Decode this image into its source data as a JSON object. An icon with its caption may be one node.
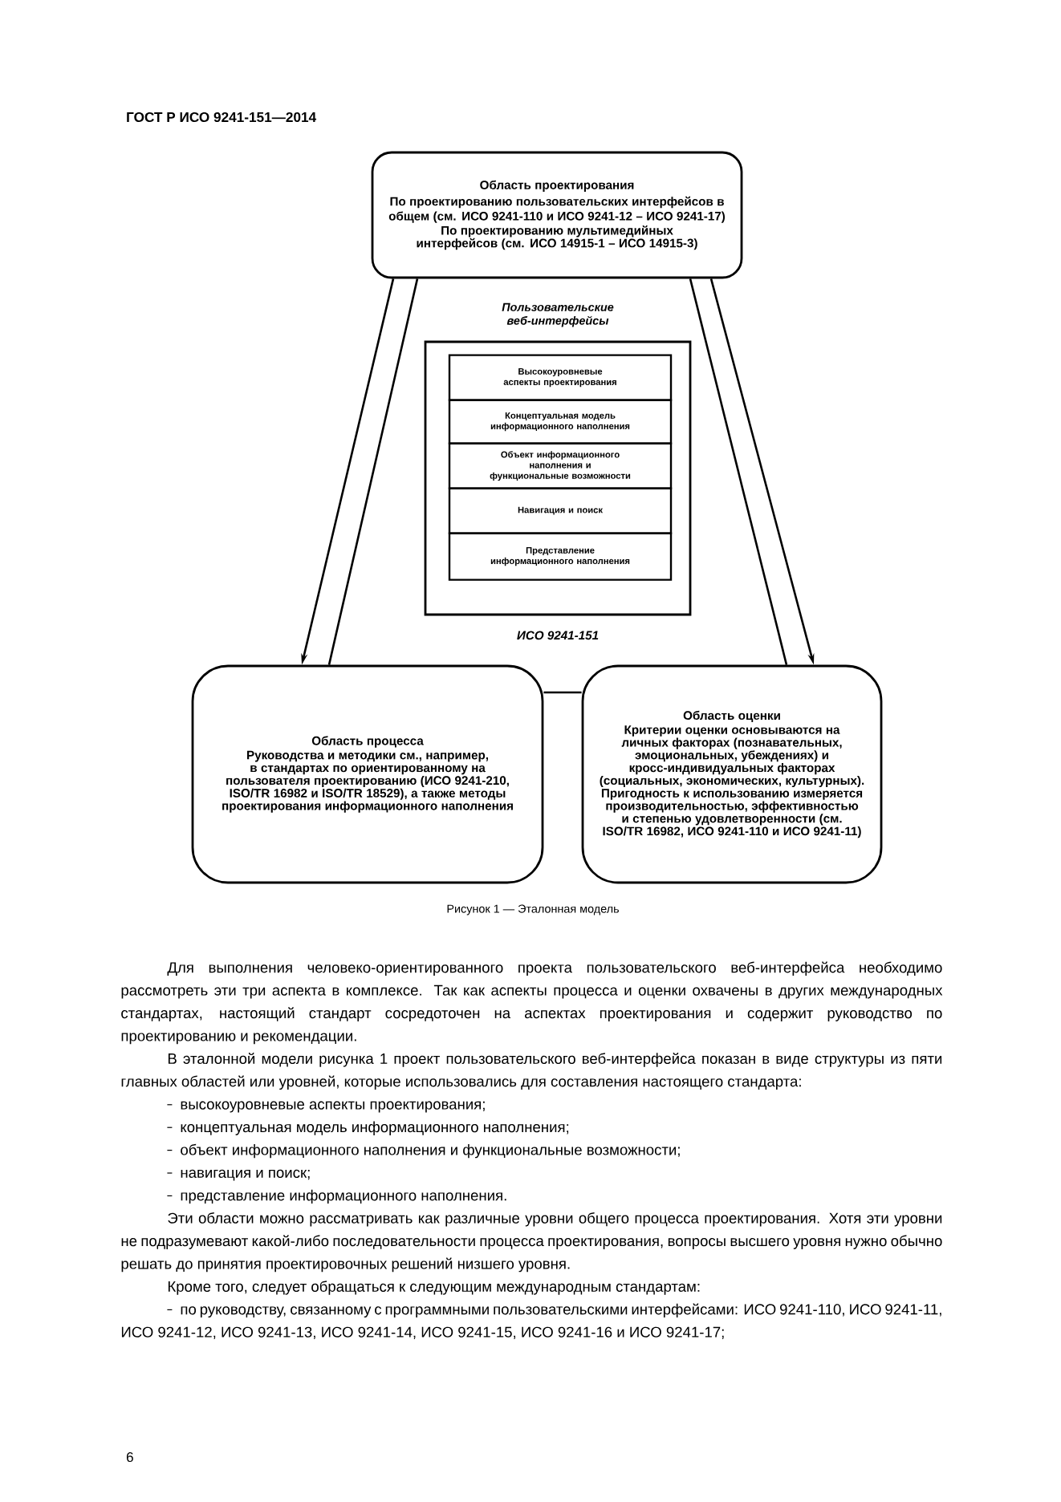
{
  "diagram": {
    "caption": "Рисунок 1 — Эталонная модель",
    "nodes": [
      {
        "text": [
          "Область проектирования",
          "По проектированию пользовательских интерфейсов в общем (см. ИСО 9241-110 и ИСО 9241-12 – ИСО 9241-17)",
          "По проектированию мультимедийных интерфейсов (см. ИСО 14915-1 – ИСО 14915-3)"
        ]
      },
      {
        "text": [
          "Пользовательские веб-интерфейсы",
          "ИСО 9241-151"
        ]
      },
      {
        "text": [
          "Высокоуровневые аспекты проектирования"
        ],
        "in": 1
      },
      {
        "text": [
          "Концептуальная модель информационного наполнения"
        ],
        "in": 1
      },
      {
        "text": [
          "Объект информационного наполнения и функциональные возможности"
        ],
        "in": 1
      },
      {
        "text": [
          "Навигация и поиск"
        ],
        "in": 1
      },
      {
        "text": [
          "Представление информационного наполнения"
        ],
        "in": 1
      },
      {
        "text": [
          "Область процесса",
          "Руководства и методики см., например, в стандартах по ориентированному на пользователя проектированию (ИСО 9241-210, ISO/TR 16982 и ISO/TR 18529), а также методы проектирования информационного наполнения"
        ]
      },
      {
        "text": [
          "Область оценки",
          "Критерии оценки основываются на личных факторах (познавательных, эмоциональных, убеждениях) и кросс-индивидуальных факторах (социальных, экономических, культурных). Пригодность к использованию измеряется производительностью, эффективностью и степенью удовлетворенности (см. ISO/TR 16982, ИСО 9241-110 и ИСО 9241-11)"
        ]
      }
    ],
    "edges": [
      {
        "from": 0,
        "to": 7,
        "arrow": "to"
      },
      {
        "from": 0,
        "to": 7,
        "arrow": "none"
      },
      {
        "from": 0,
        "to": 8,
        "arrow": "none"
      },
      {
        "from": 0,
        "to": 8,
        "arrow": "to"
      },
      {
        "from": 7,
        "to": 8,
        "arrow": "none"
      }
    ],
    "labels": [
      "ГОСТ Р ИСО 9241-151—2014",
      "Для выполнения человеко-ориентированного проекта пользовательского веб-интерфейса необходимо рассмотреть эти три аспекта в комплексе. Так как аспекты процесса и оценки охвачены в других международных стандартах, настоящий стандарт сосредоточен на аспектах проектирования и содержит руководство по проектированию и рекомендации.",
      "В эталонной модели рисунка 1 проект пользовательского веб-интерфейса показан в виде структуры из пяти главных областей или уровней, которые использовались для составления настоящего стандарта:",
      "высокоуровневые аспекты проектирования;",
      "концептуальная модель информационного наполнения;",
      "объект информационного наполнения и функциональные возможности;",
      "навигация и поиск;",
      "представление информационного наполнения.",
      "Эти области можно рассматривать как различные уровни общего процесса проектирования. Хотя эти уровни не подразумевают какой-либо последовательности процесса проектирования, вопросы высшего уровня нужно обычно решать до принятия проектировочных решений низшего уровня.",
      "Кроме того, следует обращаться к следующим международным стандартам:",
      "по руководству, связанному с программными пользовательскими интерфейсами: ИСО 9241-110, ИСО 9241-11, ИСО 9241-12, ИСО 9241-13, ИСО 9241-14, ИСО 9241-15, ИСО 9241-16 и ИСО 9241-17;",
      "6"
    ]
  }
}
